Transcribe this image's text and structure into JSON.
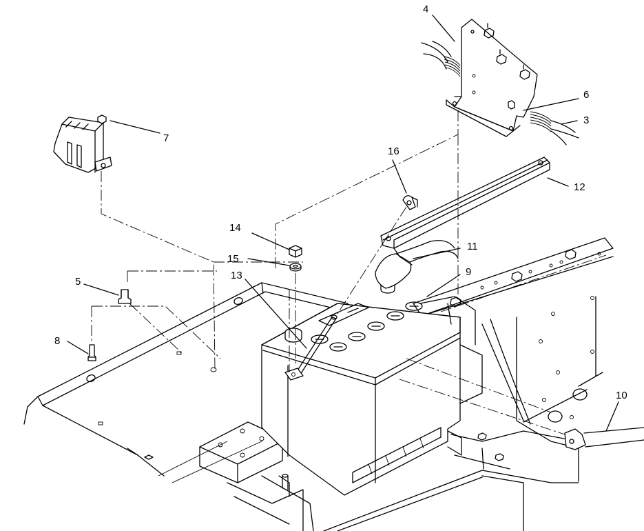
{
  "callouts": [
    {
      "id": "c4",
      "text": "4"
    },
    {
      "id": "c6",
      "text": "6"
    },
    {
      "id": "c3",
      "text": "3"
    },
    {
      "id": "c7",
      "text": "7"
    },
    {
      "id": "c16",
      "text": "16"
    },
    {
      "id": "c12",
      "text": "12"
    },
    {
      "id": "c14",
      "text": "14"
    },
    {
      "id": "c11",
      "text": "11"
    },
    {
      "id": "c15",
      "text": "15"
    },
    {
      "id": "c9",
      "text": "9"
    },
    {
      "id": "c13",
      "text": "13"
    },
    {
      "id": "c5",
      "text": "5"
    },
    {
      "id": "c8",
      "text": "8"
    },
    {
      "id": "c10",
      "text": "10"
    }
  ]
}
